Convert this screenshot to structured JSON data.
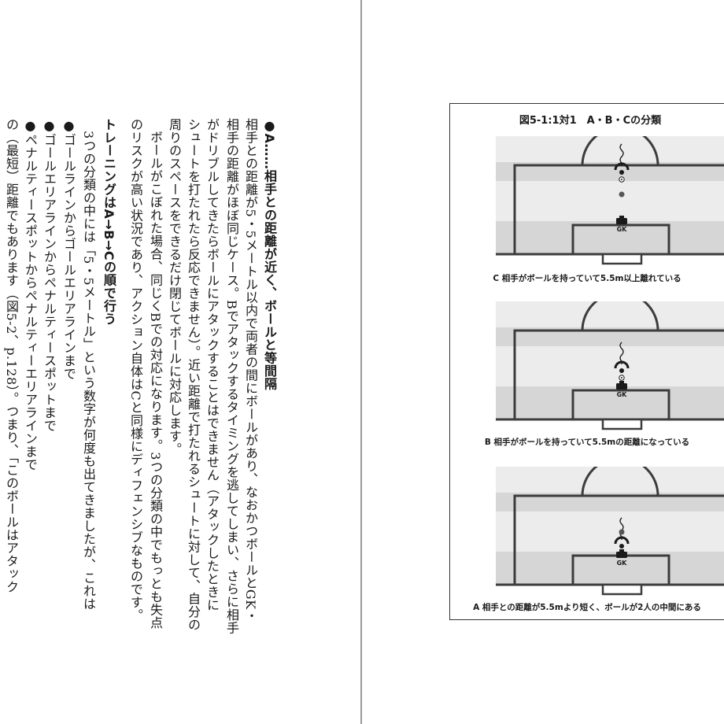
{
  "text_columns": [
    {
      "text": "●A……相手との距離が近く、ボールと等間隔",
      "bold": true,
      "indent": 0
    },
    {
      "text": "相手との距離が5・5メートル以内で両者の間にボールがあり、なおかつボールとGK・",
      "bold": false,
      "indent": 0
    },
    {
      "text": "相手の距離がほぼ同じケース。Bでアタックするタイミングを逃してしまい、さらに相手",
      "bold": false,
      "indent": 0
    },
    {
      "text": "がドリブルしてきたらボールにアタックすることはできません（アタックしたときに",
      "bold": false,
      "indent": 0
    },
    {
      "text": "シュートを打たれたら反応できません）。近い距離で打たれるシュートに対して、自分の",
      "bold": false,
      "indent": 0
    },
    {
      "text": "周りのスペースをできるだけ閉じてボールに対応します。",
      "bold": false,
      "indent": 0
    },
    {
      "text": "ボールがこぼれた場合、同じくBでの対応になります。3つの分類の中でもっとも失点",
      "bold": false,
      "indent": 16
    },
    {
      "text": "のリスクが高い状況であり、アクション自体はCと同様にディフェンシブなものです。",
      "bold": false,
      "indent": 0
    },
    {
      "text": "トレーニングはA→B→Cの順で行う",
      "bold": true,
      "indent": 0
    },
    {
      "text": "3つの分類の中には「5・5メートル」という数字が何度も出てきましたが、これは",
      "bold": false,
      "indent": 16
    },
    {
      "text": "●ゴールラインからゴールエリアラインまで",
      "bold": false,
      "indent": 0
    },
    {
      "text": "●ゴールエリアラインからペナルティースポットまで",
      "bold": false,
      "indent": 0
    },
    {
      "text": "●ペナルティースポットからペナルティーエリアラインまで",
      "bold": false,
      "indent": 0
    },
    {
      "text": "の（最短）距離でもあります（図5-2、p.128）。つまり、「このボールはアタック",
      "bold": false,
      "indent": 0
    }
  ],
  "figure": {
    "title": "図5-1:1対1　A・B・Cの分類",
    "gk_label": "GK",
    "panels": [
      {
        "caption": "C 相手がボールを持っていて5.5m以上離れている",
        "ball_above": true,
        "ball_below": true
      },
      {
        "caption": "B 相手がボールを持っていて5.5mの距離になっている",
        "ball_above": false,
        "ball_below": false
      },
      {
        "caption": "A 相手との距離が5.5mより短く、ボールが2人の中間にある",
        "ball_above": true,
        "ball_below": false
      }
    ],
    "colors": {
      "stripe_light": "#ececec",
      "stripe_dark": "#d6d6d6",
      "line": "#3c3c3c",
      "ink": "#1a1a1a"
    }
  }
}
